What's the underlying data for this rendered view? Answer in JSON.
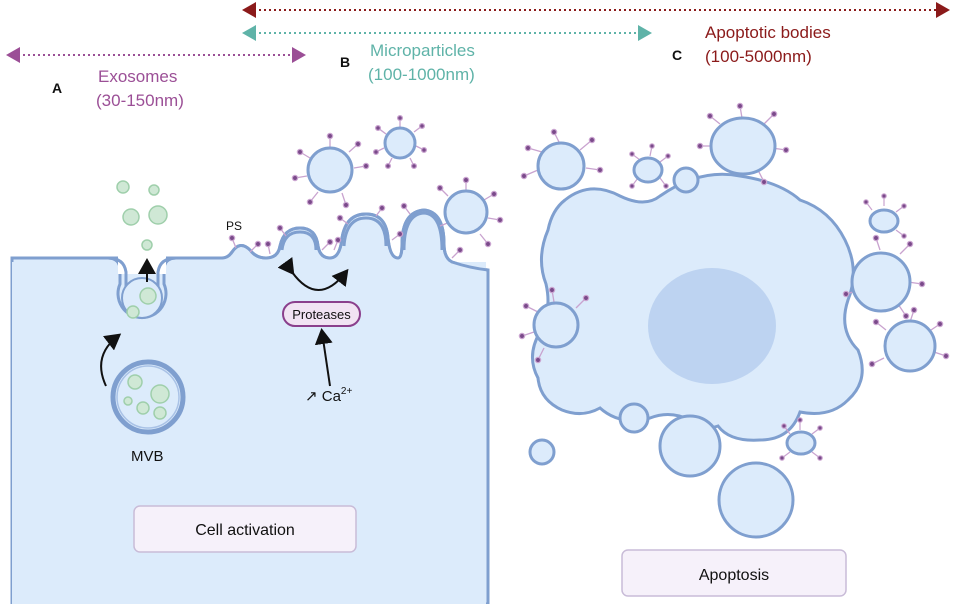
{
  "panels": {
    "a": {
      "letter": "A",
      "title": "Exosomes",
      "range": "(30-150nm)"
    },
    "b": {
      "letter": "B",
      "title": "Microparticles",
      "range": "(100-1000nm)"
    },
    "c": {
      "letter": "C",
      "title": "Apoptotic bodies",
      "range": "(100-5000nm)"
    }
  },
  "labels": {
    "ps": "PS",
    "mvb": "MVB",
    "proteases": "Proteases",
    "calcium_prefix": "↗ Ca",
    "calcium_sup": "2+",
    "cell_activation": "Cell activation",
    "apoptosis": "Apoptosis"
  },
  "colors": {
    "exosome_purple": "#9b4f96",
    "microparticle_teal": "#5fb3a8",
    "apoptotic_red": "#8b1a1a",
    "cell_fill": "#dcebfb",
    "membrane": "#7f9fcf",
    "vesicle_green": "#cfe8d5",
    "ps_purple": "#7a4a8a"
  }
}
